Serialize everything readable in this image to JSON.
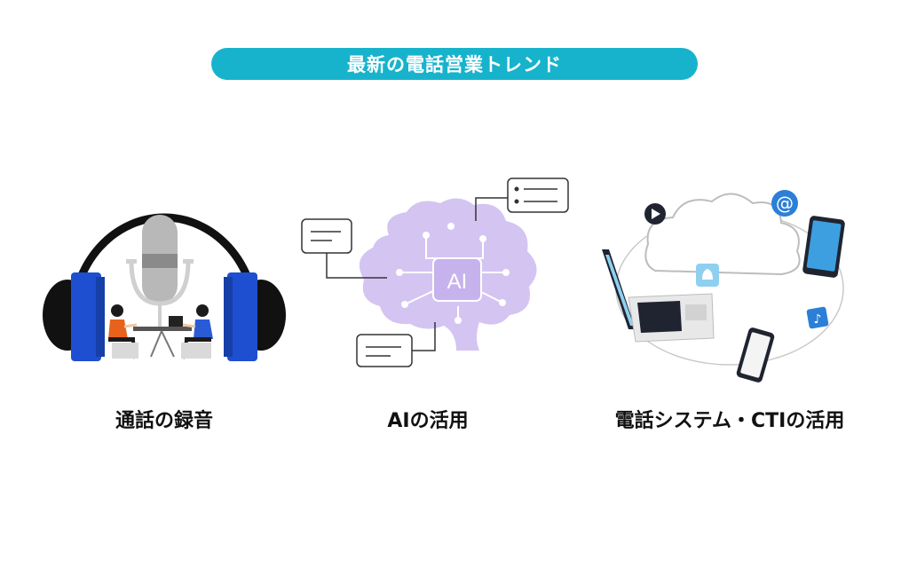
{
  "title": "最新の電話営業トレンド",
  "colors": {
    "accent": "#17b3cc",
    "brain": "#d4c4f2",
    "headphone_blue": "#1e4fd0",
    "laptop_screen": "#8fd0f0"
  },
  "items": [
    {
      "caption": "通話の録音",
      "icon": "headphones-podcast-icon"
    },
    {
      "caption": "AIの活用",
      "icon": "ai-brain-icon",
      "badge": "AI"
    },
    {
      "caption": "電話システム・CTIの活用",
      "icon": "cloud-devices-icon"
    }
  ]
}
